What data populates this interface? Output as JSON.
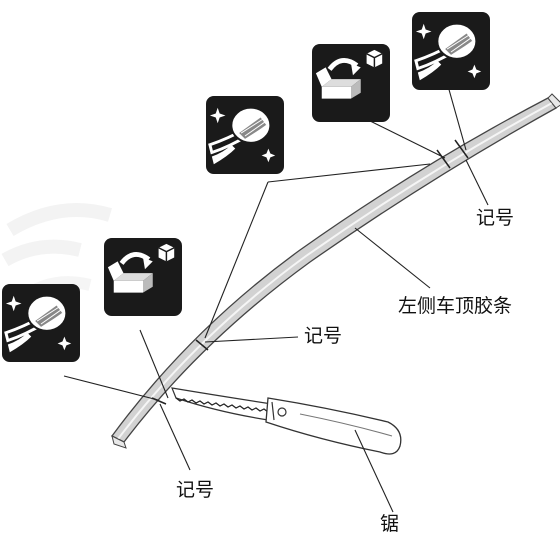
{
  "labels": {
    "mark_top": "记号",
    "mark_middle": "记号",
    "mark_bottom": "记号",
    "roof_strip": "左侧车顶胶条",
    "saw": "锯"
  },
  "icons": [
    "sparkle-wipe-clean-icon",
    "box-store-part-icon",
    "sparkle-wipe-clean-icon",
    "box-store-part-icon",
    "sparkle-wipe-clean-icon"
  ],
  "colors": {
    "strip_fill": "#d2d2d2",
    "icon_bg": "#1a1a1a",
    "watermark": "#f4f4f4"
  }
}
